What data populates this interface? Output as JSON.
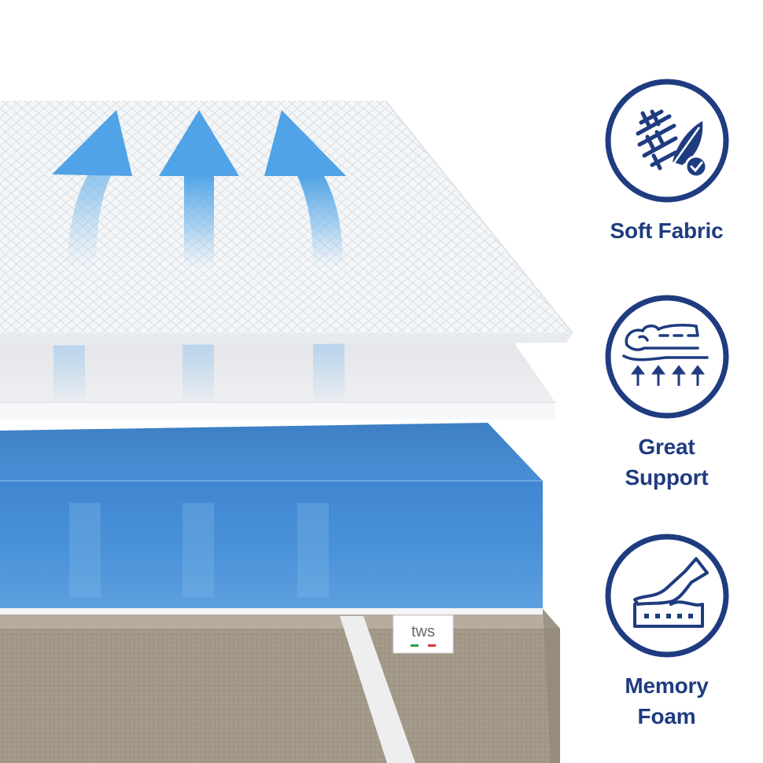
{
  "features": [
    {
      "label": "Soft Fabric",
      "icon": "fabric-feather-icon"
    },
    {
      "label": "Great\nSupport",
      "icon": "body-support-icon"
    },
    {
      "label": "Memory\nFoam",
      "icon": "hand-foam-icon"
    }
  ],
  "product_tag": {
    "brand": "tws"
  },
  "colors": {
    "brand_navy": "#1f3c80",
    "foam_blue": "#4a90d4",
    "arrow_blue": "#4fa3e6",
    "base_beige": "#a59a8b"
  }
}
